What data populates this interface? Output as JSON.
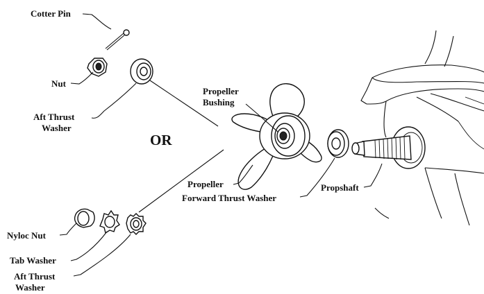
{
  "labels": {
    "cotter_pin": "Cotter Pin",
    "nut": "Nut",
    "aft_thrust_washer_top_1": "Aft Thrust",
    "aft_thrust_washer_top_2": "Washer",
    "or": "OR",
    "propeller_bushing_1": "Propeller",
    "propeller_bushing_2": "Bushing",
    "propeller": "Propeller",
    "forward_thrust_washer": "Forward Thrust Washer",
    "propshaft": "Propshaft",
    "nyloc_nut": "Nyloc Nut",
    "tab_washer": "Tab Washer",
    "aft_thrust_washer_bottom_1": "Aft Thrust",
    "aft_thrust_washer_bottom_2": "Washer"
  }
}
